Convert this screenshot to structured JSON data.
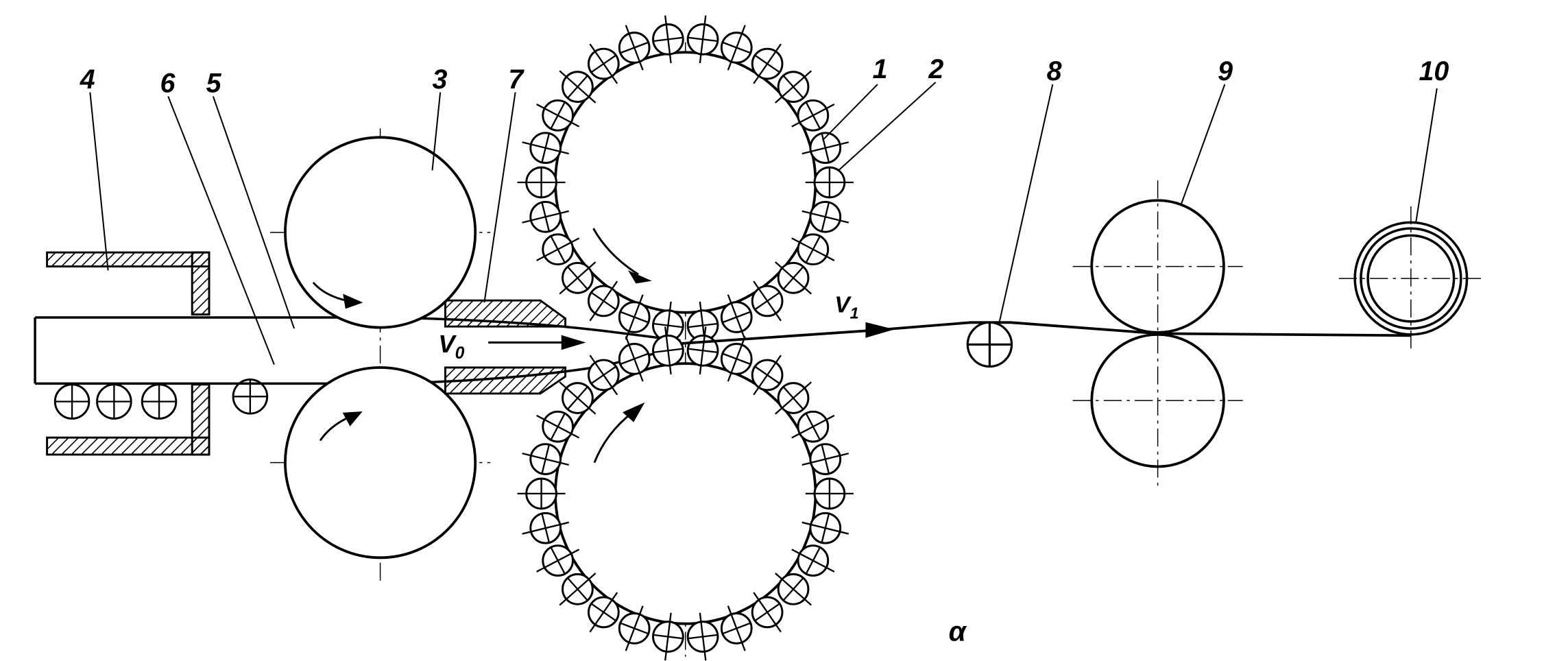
{
  "figure": {
    "part_labels": {
      "p1": "1",
      "p2": "2",
      "p3": "3",
      "p4": "4",
      "p5": "5",
      "p6": "6",
      "p7": "7",
      "p8": "8",
      "p9": "9",
      "p10": "10"
    },
    "speed_in": "V",
    "speed_in_sub": "0",
    "speed_out": "V",
    "speed_out_sub": "1",
    "caption": "α"
  }
}
